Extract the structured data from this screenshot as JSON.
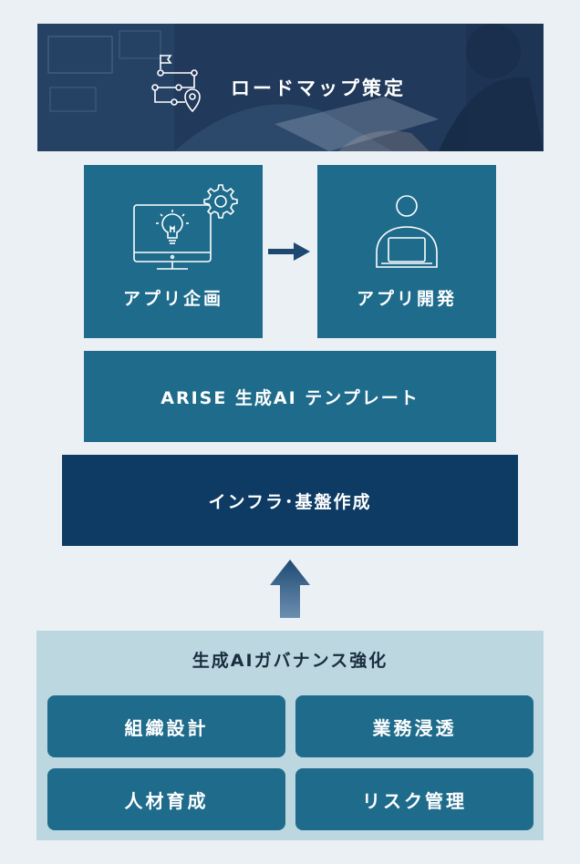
{
  "roadmap": {
    "title": "ロードマップ策定",
    "icon": "roadmap-route-icon"
  },
  "apps": {
    "planning": {
      "label": "アプリ企画",
      "icon": "monitor-lightbulb-gear-icon"
    },
    "development": {
      "label": "アプリ開発",
      "icon": "person-laptop-icon"
    }
  },
  "template": {
    "label": "ARISE 生成AI テンプレート"
  },
  "infra": {
    "label": "インフラ･基盤作成"
  },
  "governance": {
    "title": "生成AIガバナンス強化",
    "items": [
      "組織設計",
      "業務浸透",
      "人材育成",
      "リスク管理"
    ]
  },
  "colors": {
    "page_bg": "#ebf0f5",
    "box_teal": "#1e6b8b",
    "box_navy": "#0d3b63",
    "governance_bg": "#bdd7e1",
    "banner_dark": "#1c3453"
  }
}
